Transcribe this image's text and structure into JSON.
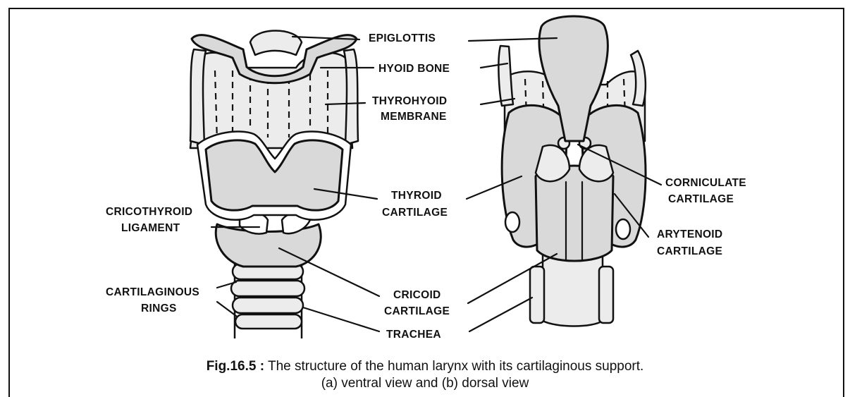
{
  "labels": {
    "epiglottis": "EPIGLOTTIS",
    "hyoid_bone": "HYOID BONE",
    "thyrohyoid_membrane": [
      "THYROHYOID",
      "MEMBRANE"
    ],
    "thyroid_cartilage": [
      "THYROID",
      "CARTILAGE"
    ],
    "cricothyroid_ligament": [
      "CRICOTHYROID",
      "LIGAMENT"
    ],
    "cartilaginous_rings": [
      "CARTILAGINOUS",
      "RINGS"
    ],
    "cricoid_cartilage": [
      "CRICOID",
      "CARTILAGE"
    ],
    "trachea": "TRACHEA",
    "corniculate_cartilage": [
      "CORNICULATE",
      "CARTILAGE"
    ],
    "arytenoid_cartilage": [
      "ARYTENOID",
      "CARTILAGE"
    ]
  },
  "caption": {
    "figure_label": "Fig.16.5 :",
    "line1": "The structure of the human larynx with its cartilaginous support.",
    "line2": "(a) ventral view and (b) dorsal view"
  }
}
